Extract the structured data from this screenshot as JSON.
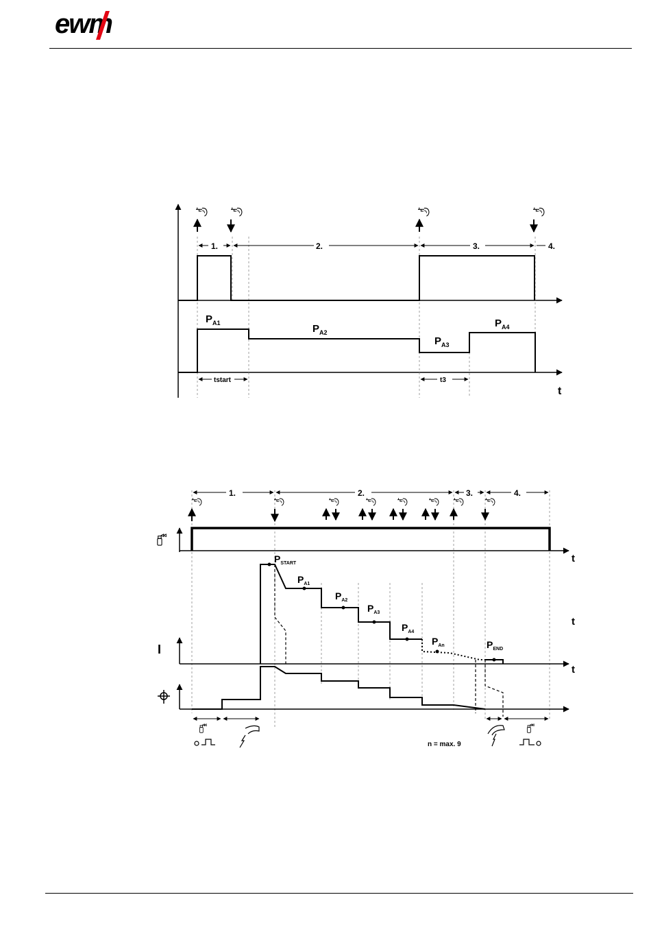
{
  "brand": {
    "logo_text": "ewm",
    "logo_color": "#000000",
    "logo_accent": "#e30613"
  },
  "diagram1": {
    "phase_labels": [
      "1.",
      "2.",
      "3.",
      "4."
    ],
    "levels": [
      "P",
      "P",
      "P",
      "P"
    ],
    "level_subs": [
      "A1",
      "A2",
      "A3",
      "A4"
    ],
    "time_labels": [
      "tstart",
      "t3"
    ],
    "axis_t": "t"
  },
  "diagram2": {
    "phase_labels": [
      "1.",
      "2.",
      "3.",
      "4."
    ],
    "axis_t": [
      "t",
      "t",
      "t"
    ],
    "current_symbol": "I",
    "level_main": [
      "P",
      "P",
      "P",
      "P",
      "P",
      "P",
      "P"
    ],
    "level_subs": [
      "START",
      "A1",
      "A2",
      "A3",
      "A4",
      "An",
      "END"
    ],
    "note": "n = max. 9"
  }
}
